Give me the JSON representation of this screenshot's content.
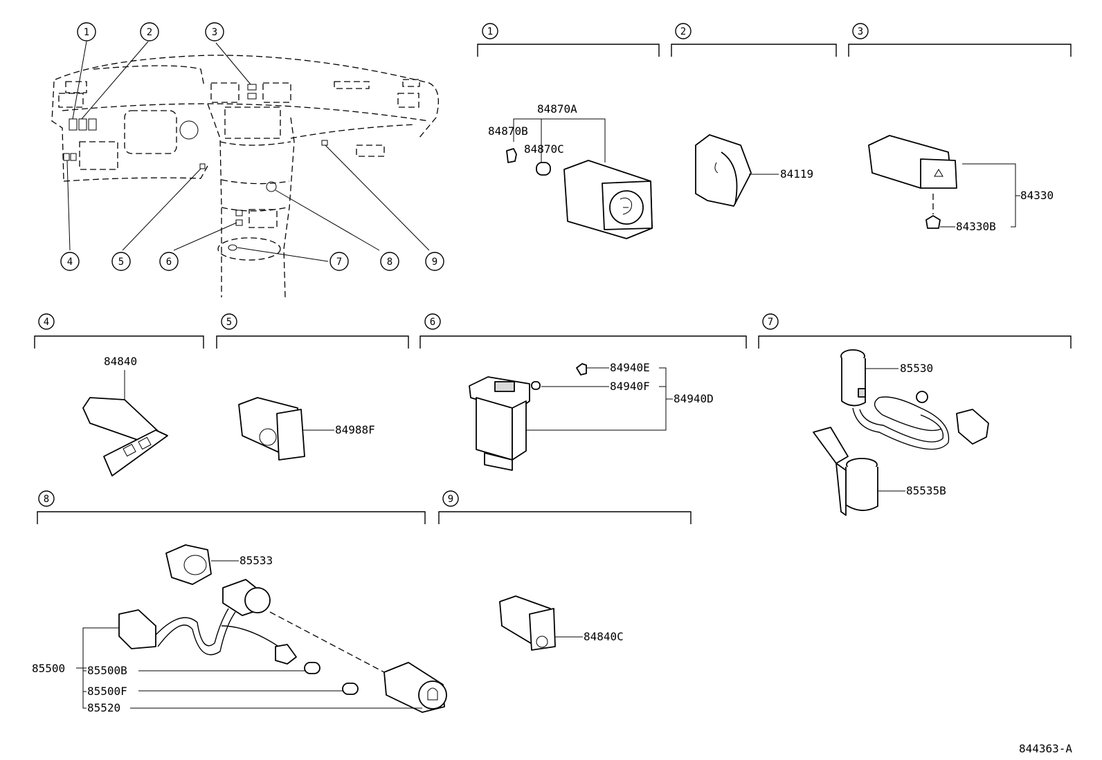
{
  "diagram_id": "844363-A",
  "callouts": [
    "1",
    "2",
    "3",
    "4",
    "5",
    "6",
    "7",
    "8",
    "9"
  ],
  "sections": {
    "s1": {
      "num": "1",
      "parts": [
        "84870A",
        "84870B",
        "84870C"
      ]
    },
    "s2": {
      "num": "2",
      "parts": [
        "84119"
      ]
    },
    "s3": {
      "num": "3",
      "parts": [
        "84330",
        "84330B"
      ]
    },
    "s4": {
      "num": "4",
      "parts": [
        "84840"
      ]
    },
    "s5": {
      "num": "5",
      "parts": [
        "84988F"
      ]
    },
    "s6": {
      "num": "6",
      "parts": [
        "84940E",
        "84940F",
        "84940D"
      ]
    },
    "s7": {
      "num": "7",
      "parts": [
        "85530",
        "85535B"
      ]
    },
    "s8": {
      "num": "8",
      "parts": [
        "85533",
        "85500",
        "85500B",
        "85500F",
        "85520"
      ]
    },
    "s9": {
      "num": "9",
      "parts": [
        "84840C"
      ]
    }
  }
}
